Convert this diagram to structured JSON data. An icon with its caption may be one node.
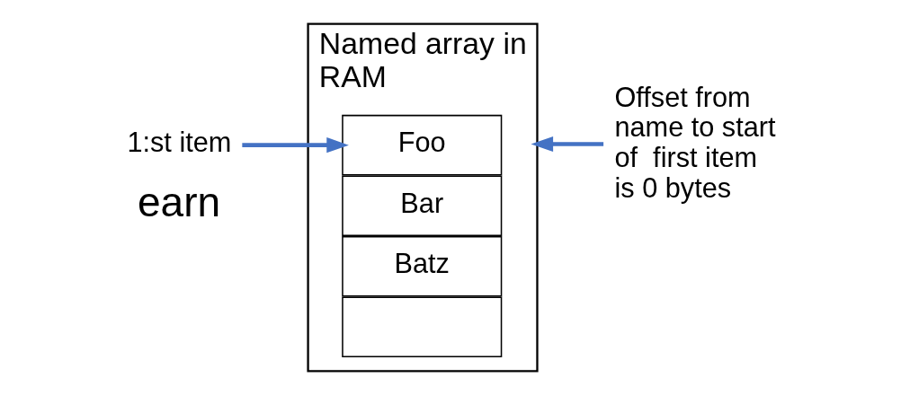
{
  "diagram": {
    "nodes": [
      {
        "text": [
          "Named array in RAM"
        ]
      },
      {
        "text": [
          "Foo"
        ],
        "in": 0
      },
      {
        "text": [
          "Bar"
        ],
        "in": 0
      },
      {
        "text": [
          "Batz"
        ],
        "in": 0
      },
      {
        "text": [],
        "shape": "box",
        "in": 0
      },
      {
        "text": [
          "1:st item"
        ]
      },
      {
        "text": [
          "Offset from name to start of  first item  is 0 bytes"
        ]
      }
    ],
    "edges": [
      {
        "from": 5,
        "to": 1,
        "arrow": "to"
      },
      {
        "from": 6,
        "to": 0,
        "arrow": "to"
      }
    ],
    "labels": [
      "earn"
    ]
  }
}
